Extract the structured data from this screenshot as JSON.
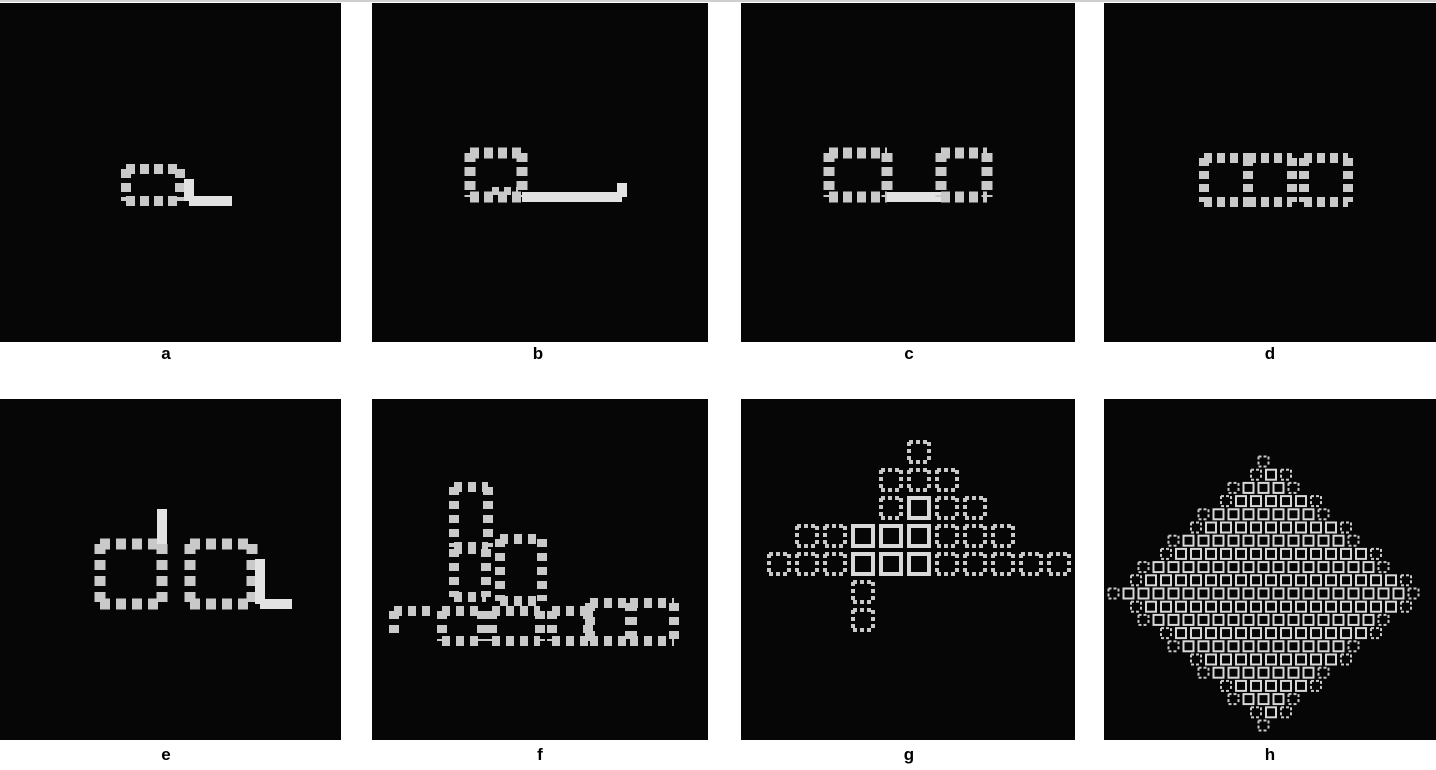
{
  "figure": {
    "panels": [
      {
        "id": "a",
        "label": "a"
      },
      {
        "id": "b",
        "label": "b"
      },
      {
        "id": "c",
        "label": "c"
      },
      {
        "id": "d",
        "label": "d"
      },
      {
        "id": "e",
        "label": "e"
      },
      {
        "id": "f",
        "label": "f"
      },
      {
        "id": "g",
        "label": "g"
      },
      {
        "id": "h",
        "label": "h"
      }
    ]
  }
}
